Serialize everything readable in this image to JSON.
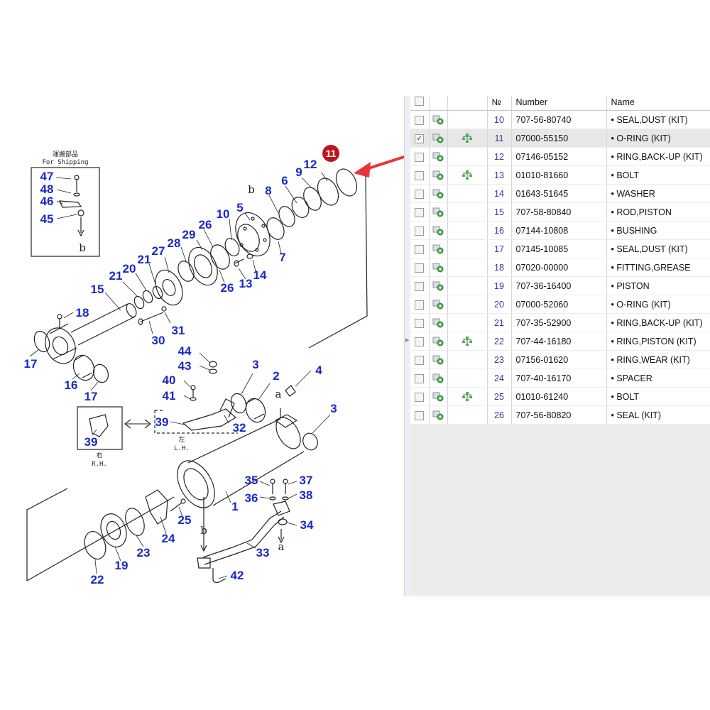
{
  "callouts": [
    {
      "n": "47"
    },
    {
      "n": "48"
    },
    {
      "n": "46"
    },
    {
      "n": "45"
    },
    {
      "n": "11"
    },
    {
      "n": "12"
    },
    {
      "n": "9"
    },
    {
      "n": "6"
    },
    {
      "n": "8"
    },
    {
      "n": "5"
    },
    {
      "n": "10"
    },
    {
      "n": "7"
    },
    {
      "n": "29"
    },
    {
      "n": "26"
    },
    {
      "n": "28"
    },
    {
      "n": "27"
    },
    {
      "n": "21"
    },
    {
      "n": "20"
    },
    {
      "n": "21"
    },
    {
      "n": "15"
    },
    {
      "n": "13"
    },
    {
      "n": "14"
    },
    {
      "n": "26"
    },
    {
      "n": "18"
    },
    {
      "n": "31"
    },
    {
      "n": "30"
    },
    {
      "n": "17"
    },
    {
      "n": "16"
    },
    {
      "n": "17"
    },
    {
      "n": "44"
    },
    {
      "n": "43"
    },
    {
      "n": "3"
    },
    {
      "n": "2"
    },
    {
      "n": "4"
    },
    {
      "n": "40"
    },
    {
      "n": "41"
    },
    {
      "n": "39"
    },
    {
      "n": "32"
    },
    {
      "n": "39"
    },
    {
      "n": "3"
    },
    {
      "n": "35"
    },
    {
      "n": "37"
    },
    {
      "n": "36"
    },
    {
      "n": "38"
    },
    {
      "n": "1"
    },
    {
      "n": "25"
    },
    {
      "n": "34"
    },
    {
      "n": "24"
    },
    {
      "n": "23"
    },
    {
      "n": "19"
    },
    {
      "n": "22"
    },
    {
      "n": "33"
    },
    {
      "n": "42"
    }
  ],
  "diagram_text": {
    "shipping_jp": "運搬部品",
    "shipping_en": "For Shipping",
    "letter_b": "b",
    "letter_a": "a",
    "lh_jp": "左",
    "lh_en": "L.H.",
    "rh_jp": "右",
    "rh_en": "R.H."
  },
  "highlight": {
    "number": "11",
    "color": "#c0141c",
    "arrow_color": "#e8353d"
  },
  "table": {
    "headers": {
      "no": "№",
      "number": "Number",
      "name": "Name"
    },
    "rows": [
      {
        "no": "10",
        "number": "707-56-80740",
        "name": "• SEAL,DUST (KIT)",
        "checked": false,
        "tree": false
      },
      {
        "no": "11",
        "number": "07000-55150",
        "name": "• O-RING (KIT)",
        "checked": true,
        "tree": true
      },
      {
        "no": "12",
        "number": "07146-05152",
        "name": "• RING,BACK-UP (KIT)",
        "checked": false,
        "tree": false
      },
      {
        "no": "13",
        "number": "01010-81660",
        "name": "• BOLT",
        "checked": false,
        "tree": true
      },
      {
        "no": "14",
        "number": "01643-51645",
        "name": "• WASHER",
        "checked": false,
        "tree": false
      },
      {
        "no": "15",
        "number": "707-58-80840",
        "name": "• ROD,PISTON",
        "checked": false,
        "tree": false
      },
      {
        "no": "16",
        "number": "07144-10808",
        "name": "• BUSHING",
        "checked": false,
        "tree": false
      },
      {
        "no": "17",
        "number": "07145-10085",
        "name": "• SEAL,DUST (KIT)",
        "checked": false,
        "tree": false
      },
      {
        "no": "18",
        "number": "07020-00000",
        "name": "• FITTING,GREASE",
        "checked": false,
        "tree": false
      },
      {
        "no": "19",
        "number": "707-36-16400",
        "name": "• PISTON",
        "checked": false,
        "tree": false
      },
      {
        "no": "20",
        "number": "07000-52060",
        "name": "• O-RING (KIT)",
        "checked": false,
        "tree": false
      },
      {
        "no": "21",
        "number": "707-35-52900",
        "name": "• RING,BACK-UP (KIT)",
        "checked": false,
        "tree": false
      },
      {
        "no": "22",
        "number": "707-44-16180",
        "name": "• RING,PISTON (KIT)",
        "checked": false,
        "tree": true
      },
      {
        "no": "23",
        "number": "07156-01620",
        "name": "• RING,WEAR (KIT)",
        "checked": false,
        "tree": false
      },
      {
        "no": "24",
        "number": "707-40-16170",
        "name": "• SPACER",
        "checked": false,
        "tree": false
      },
      {
        "no": "25",
        "number": "01010-61240",
        "name": "• BOLT",
        "checked": false,
        "tree": true
      },
      {
        "no": "26",
        "number": "707-56-80820",
        "name": "• SEAL (KIT)",
        "checked": false,
        "tree": false
      }
    ]
  }
}
